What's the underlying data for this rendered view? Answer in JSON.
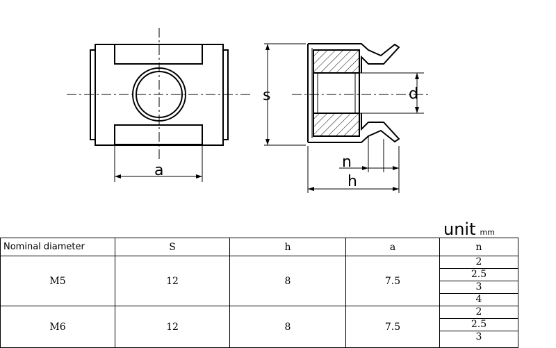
{
  "drawing": {
    "labels": {
      "a": "a",
      "s": "s",
      "d": "d",
      "n": "n",
      "h": "h"
    }
  },
  "unit": {
    "label": "unit",
    "suffix": "mm"
  },
  "table": {
    "headers": [
      "Nominal diameter",
      "S",
      "h",
      "a",
      "n"
    ],
    "rows": [
      {
        "diameter": "M5",
        "S": "12",
        "h": "8",
        "a": "7.5",
        "n": [
          "2",
          "2.5",
          "3",
          "4"
        ]
      },
      {
        "diameter": "M6",
        "S": "12",
        "h": "8",
        "a": "7.5",
        "n": [
          "2",
          "2.5",
          "3"
        ]
      }
    ]
  }
}
